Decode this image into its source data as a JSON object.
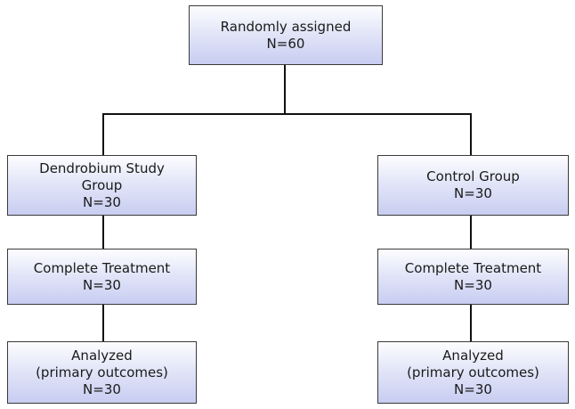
{
  "root": {
    "line1": "Randomly assigned",
    "line2": "N=60"
  },
  "left": {
    "group": {
      "line1": "Dendrobium Study",
      "line2": "Group",
      "line3": "N=30"
    },
    "treatment": {
      "line1": "Complete Treatment",
      "line2": "N=30"
    },
    "analyzed": {
      "line1": "Analyzed",
      "line2": "(primary outcomes)",
      "line3": "N=30"
    }
  },
  "right": {
    "group": {
      "line1": "Control Group",
      "line2": "N=30"
    },
    "treatment": {
      "line1": "Complete Treatment",
      "line2": "N=30"
    },
    "analyzed": {
      "line1": "Analyzed",
      "line2": "(primary outcomes)",
      "line3": "N=30"
    }
  }
}
